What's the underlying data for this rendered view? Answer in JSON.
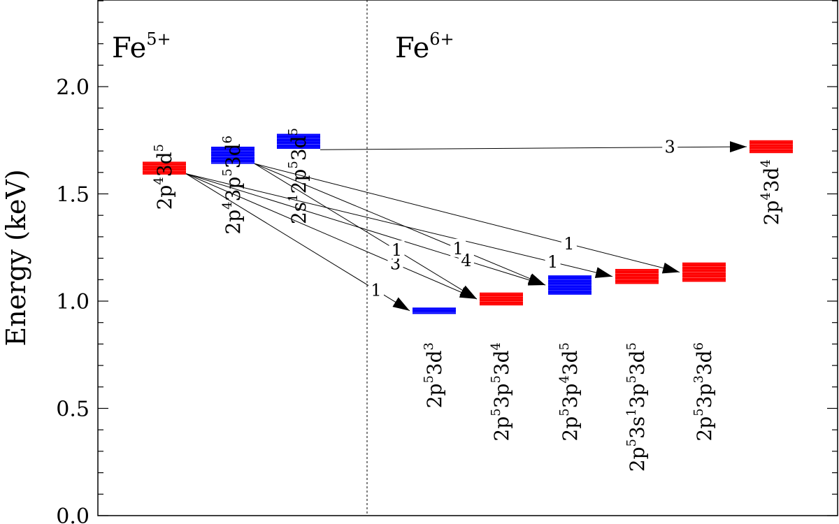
{
  "axis": {
    "ylabel": "Energy (keV)",
    "ylim": [
      0.0,
      2.4
    ],
    "ticks": [
      {
        "value": 0.0,
        "label": "0.0"
      },
      {
        "value": 0.5,
        "label": "0.5"
      },
      {
        "value": 1.0,
        "label": "1.0"
      },
      {
        "value": 1.5,
        "label": "1.5"
      },
      {
        "value": 2.0,
        "label": "2.0"
      }
    ]
  },
  "ions": [
    {
      "base": "Fe",
      "charge": "5+"
    },
    {
      "base": "Fe",
      "charge": "6+"
    }
  ],
  "levels": [
    {
      "id": "fe5-2p4-3d5",
      "ion": "Fe5+",
      "color": "#ff0000",
      "low": 1.59,
      "high": 1.65,
      "label": [
        [
          "2p",
          "4"
        ],
        [
          "3d",
          "5"
        ]
      ]
    },
    {
      "id": "fe5-2p4-3p5-3d6",
      "ion": "Fe5+",
      "color": "#0000ff",
      "low": 1.64,
      "high": 1.72,
      "label": [
        [
          "2p",
          "4"
        ],
        [
          "3p",
          "5"
        ],
        [
          "3d",
          "6"
        ]
      ]
    },
    {
      "id": "fe5-2s1-2p5-3d5",
      "ion": "Fe5+",
      "color": "#0000ff",
      "low": 1.71,
      "high": 1.78,
      "label": [
        [
          "2s",
          "1"
        ],
        [
          "2p",
          "5"
        ],
        [
          "3d",
          "5"
        ]
      ]
    },
    {
      "id": "fe6-2p5-3d3",
      "ion": "Fe6+",
      "color": "#0000ff",
      "low": 0.94,
      "high": 0.97,
      "label": [
        [
          "2p",
          "5"
        ],
        [
          "3d",
          "3"
        ]
      ]
    },
    {
      "id": "fe6-2p5-3p5-3d4",
      "ion": "Fe6+",
      "color": "#ff0000",
      "low": 0.98,
      "high": 1.04,
      "label": [
        [
          "2p",
          "5"
        ],
        [
          "3p",
          "5"
        ],
        [
          "3d",
          "4"
        ]
      ]
    },
    {
      "id": "fe6-2p5-3p4-3d5",
      "ion": "Fe6+",
      "color": "#0000ff",
      "low": 1.03,
      "high": 1.12,
      "label": [
        [
          "2p",
          "5"
        ],
        [
          "3p",
          "4"
        ],
        [
          "3d",
          "5"
        ]
      ]
    },
    {
      "id": "fe6-2p5-3s1-3p5-3d5",
      "ion": "Fe6+",
      "color": "#ff0000",
      "low": 1.08,
      "high": 1.15,
      "label": [
        [
          "2p",
          "5"
        ],
        [
          "3s",
          "1"
        ],
        [
          "3p",
          "5"
        ],
        [
          "3d",
          "5"
        ]
      ]
    },
    {
      "id": "fe6-2p5-3p3-3d6",
      "ion": "Fe6+",
      "color": "#ff0000",
      "low": 1.09,
      "high": 1.18,
      "label": [
        [
          "2p",
          "5"
        ],
        [
          "3p",
          "3"
        ],
        [
          "3d",
          "6"
        ]
      ]
    },
    {
      "id": "fe6-2p4-3d4",
      "ion": "Fe6+",
      "color": "#ff0000",
      "low": 1.69,
      "high": 1.75,
      "label": [
        [
          "2p",
          "4"
        ],
        [
          "3d",
          "4"
        ]
      ]
    }
  ],
  "transitions": [
    {
      "from": "fe5-2p4-3d5",
      "to": "fe6-2p5-3d3",
      "label": "1"
    },
    {
      "from": "fe5-2p4-3d5",
      "to": "fe6-2p5-3p5-3d4",
      "label": "3"
    },
    {
      "from": "fe5-2p4-3d5",
      "to": "fe6-2p5-3p4-3d5",
      "label": "4"
    },
    {
      "from": "fe5-2p4-3d5",
      "to": "fe6-2p5-3s1-3p5-3d5",
      "label": "1"
    },
    {
      "from": "fe5-2p4-3p5-3d6",
      "to": "fe6-2p5-3p5-3d4",
      "label": "1"
    },
    {
      "from": "fe5-2p4-3p5-3d6",
      "to": "fe6-2p5-3p4-3d5",
      "label": "1"
    },
    {
      "from": "fe5-2p4-3p5-3d6",
      "to": "fe6-2p5-3p3-3d6",
      "label": "1"
    },
    {
      "from": "fe5-2s1-2p5-3d5",
      "to": "fe6-2p4-3d4",
      "label": "3"
    }
  ],
  "colors": {
    "red": "#ff0000",
    "blue": "#0000ff",
    "ink": "#000000"
  }
}
